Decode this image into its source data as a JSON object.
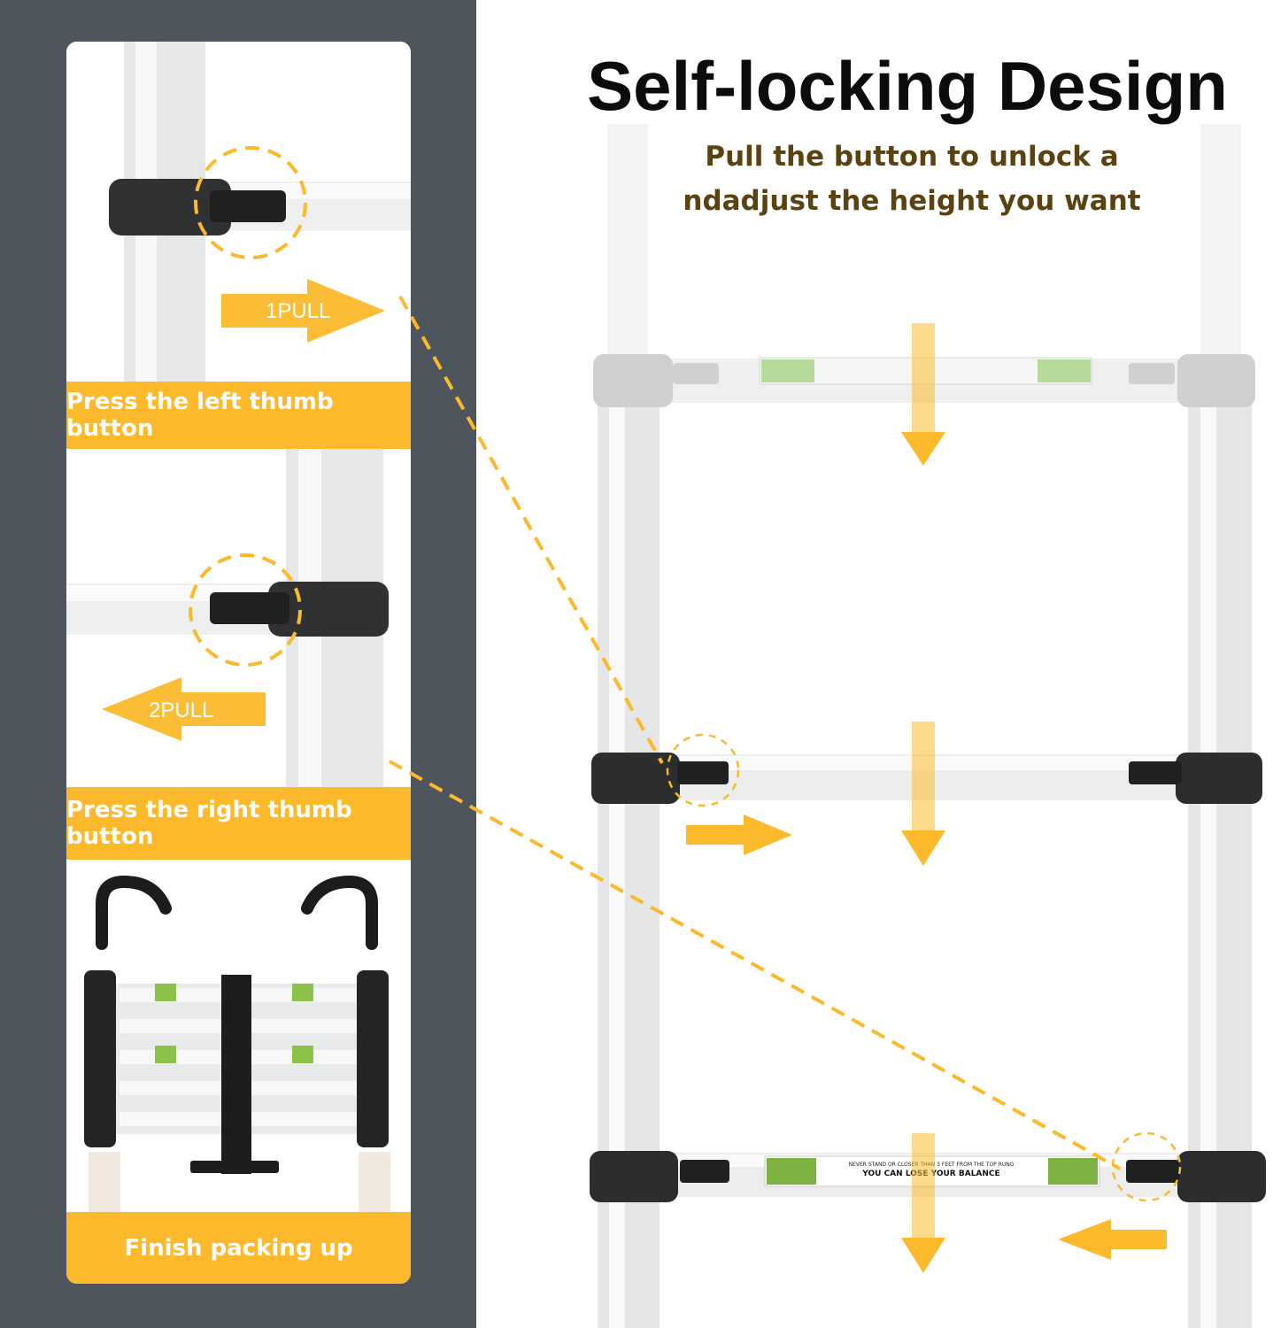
{
  "header": {
    "title": "Self-locking Design",
    "subtitle": "Pull the button to unlock a ndadjust the height you want"
  },
  "steps": [
    {
      "pull_label": "1PULL",
      "caption": "Press the left thumb button"
    },
    {
      "pull_label": "2PULL",
      "caption": "Press the right thumb button"
    },
    {
      "caption": "Finish packing up"
    }
  ],
  "rung_label": {
    "line1": "NEVER STAND OR CLOSER THAN 3 FEET FROM THE TOP RUNG",
    "line2": "YOU CAN LOSE YOUR BALANCE"
  },
  "colors": {
    "accent": "#fbb92b",
    "panel_bg": "#4f555c",
    "title": "#0c0c0c",
    "subtitle": "#5a4310"
  }
}
